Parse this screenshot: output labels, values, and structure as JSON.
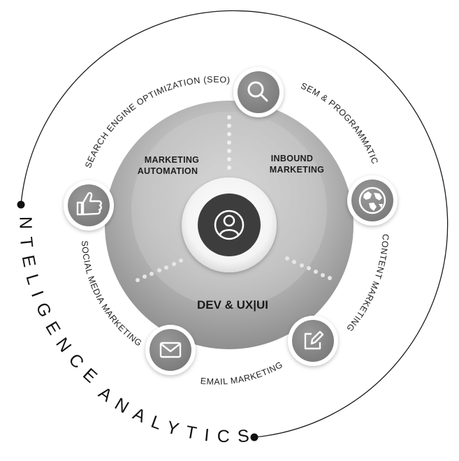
{
  "outer_labels": {
    "left": "INTELIGENCE",
    "bottom": "ANALYTICS"
  },
  "center": {
    "title": "DEV & UX|UI",
    "icon": "user-icon"
  },
  "sectors": [
    {
      "line1": "MARKETING",
      "line2": "AUTOMATION"
    },
    {
      "line1": "INBOUND",
      "line2": "MARKETING"
    }
  ],
  "nodes": [
    {
      "label": "SEARCH ENGINE OPTIMIZATION (SEO)",
      "icon": "search-icon"
    },
    {
      "label": "SEM & PROGRAMMATIC",
      "icon": "globe-icon"
    },
    {
      "label": "CONTENT MARKETING",
      "icon": "edit-icon"
    },
    {
      "label": "EMAIL MARKETING",
      "icon": "mail-icon"
    },
    {
      "label": "SOCIAL MEDIA MARKETING",
      "icon": "thumbs-up-icon"
    }
  ],
  "colors": {
    "disc_light": "#cfcfcf",
    "disc_dark": "#8d8d8d",
    "node_fill": "#8a8a8a",
    "center_fill": "#3d3d3d",
    "line": "#1a1a1a",
    "dots": "#eeeeee"
  }
}
